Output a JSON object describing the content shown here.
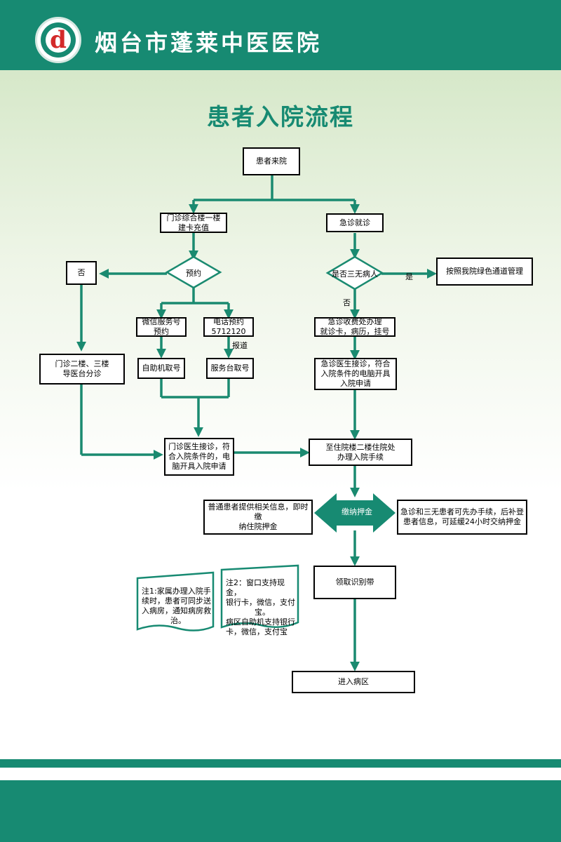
{
  "header": {
    "hospital_name": "烟台市蓬莱中医医院"
  },
  "page_title": "患者入院流程",
  "colors": {
    "brand_green": "#178a72",
    "arrow_green": "#1a8a70",
    "logo_red": "#d32a2a"
  },
  "nodes": {
    "arrive": "患者来院",
    "outpatient_card_l1": "门诊综合楼一楼",
    "outpatient_card_l2": "建卡充值",
    "emergency": "急诊就诊",
    "appointment_q": "预约",
    "no_appointment": "否",
    "sanwu_q": "是否三无病人",
    "green_channel": "按照我院绿色通道管理",
    "wechat_l1": "微信服务号",
    "wechat_l2": "预约",
    "phone_l1": "电话预约",
    "phone_l2": "5712120",
    "er_fee_l1": "急诊收费处办理",
    "er_fee_l2": "就诊卡，病历，挂号",
    "triage_l1": "门诊二楼、三楼",
    "triage_l2": "导医台分诊",
    "kiosk": "自助机取号",
    "service_desk": "服务台取号",
    "er_doctor_l1": "急诊医生接诊，符合",
    "er_doctor_l2": "入院条件的电脑开具",
    "er_doctor_l3": "入院申请",
    "op_doctor_l1": "门诊医生接诊，符",
    "op_doctor_l2": "合入院条件的，电",
    "op_doctor_l3": "脑开具入院申请",
    "admission_l1": "至住院楼二楼住院处",
    "admission_l2": "办理入院手续",
    "deposit": "缴纳押金",
    "normal_deposit_l1": "普通患者提供相关信息，即时缴",
    "normal_deposit_l2": "纳住院押金",
    "er_deposit_l1": "急诊和三无患者可先办手续，后补登",
    "er_deposit_l2": "患者信息，可延缓24小时交纳押金",
    "wristband": "领取识别带",
    "ward": "进入病区"
  },
  "edge_labels": {
    "yes": "是",
    "no": "否",
    "report": "报道"
  },
  "notes": {
    "note1_l1": "注1:家属办理入院手",
    "note1_l2": "续时，患者可同步送",
    "note1_l3": "入病房，通知病房救",
    "note1_l4": "治。",
    "note2_l1": "注2：窗口支持现金，",
    "note2_l2": "银行卡，微信，支付",
    "note2_l3": "宝。",
    "note2_l4": "病区自助机支持银行",
    "note2_l5": "卡，微信，支付宝"
  }
}
